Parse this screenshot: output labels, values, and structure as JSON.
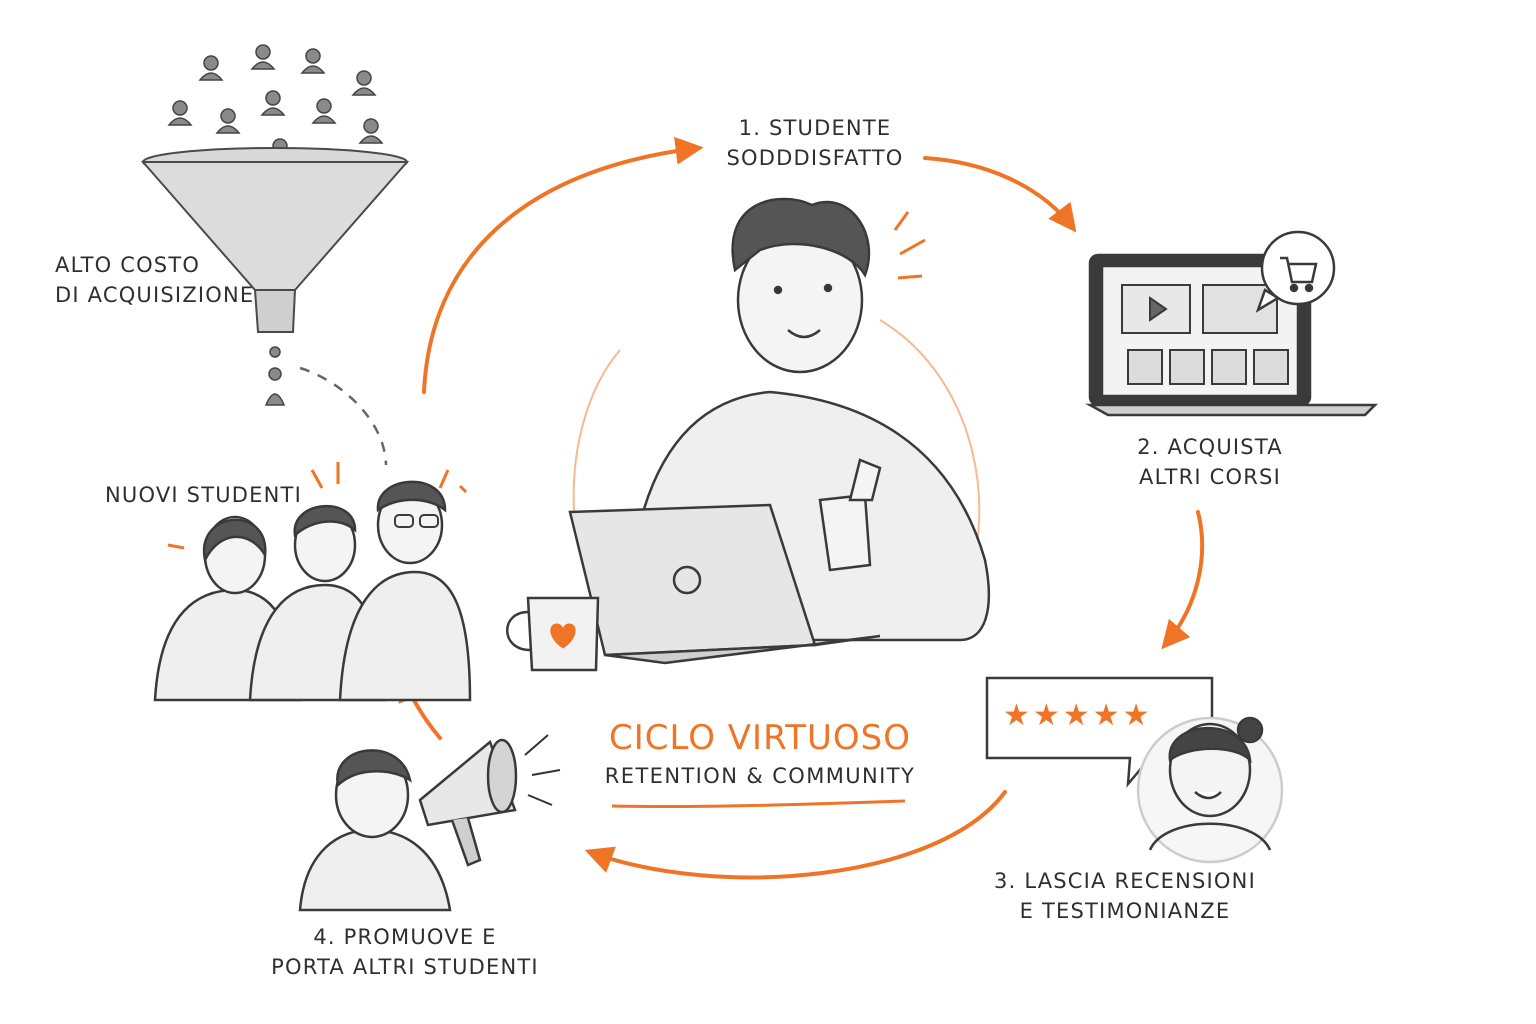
{
  "center": {
    "title": "CICLO VIRTUOSO",
    "subtitle": "RETENTION & COMMUNITY"
  },
  "steps": [
    {
      "line1": "1. STUDENTE",
      "line2": "SODDDISFATTO"
    },
    {
      "line1": "2. ACQUISTA",
      "line2": "ALTRI CORSI"
    },
    {
      "line1": "3. LASCIA RECENSIONI",
      "line2": "E TESTIMONIANZE"
    },
    {
      "line1": "4. PROMUOVE E",
      "line2": "PORTA ALTRI STUDENTI"
    }
  ],
  "funnel": {
    "line1": "ALTO COSTO",
    "line2": "DI ACQUISIZIONE"
  },
  "new_students": "NUOVI STUDENTI",
  "review": {
    "stars": "★★★★★"
  },
  "colors": {
    "accent": "#ef7426",
    "ink": "#2f2f2f",
    "pencil": "#5a5a5a"
  },
  "icons": [
    "funnel-icon",
    "person-icon",
    "laptop-icon",
    "cart-icon",
    "play-icon",
    "megaphone-icon",
    "heart-icon",
    "thumbs-up-icon",
    "star-icon",
    "speech-bubble-icon"
  ]
}
